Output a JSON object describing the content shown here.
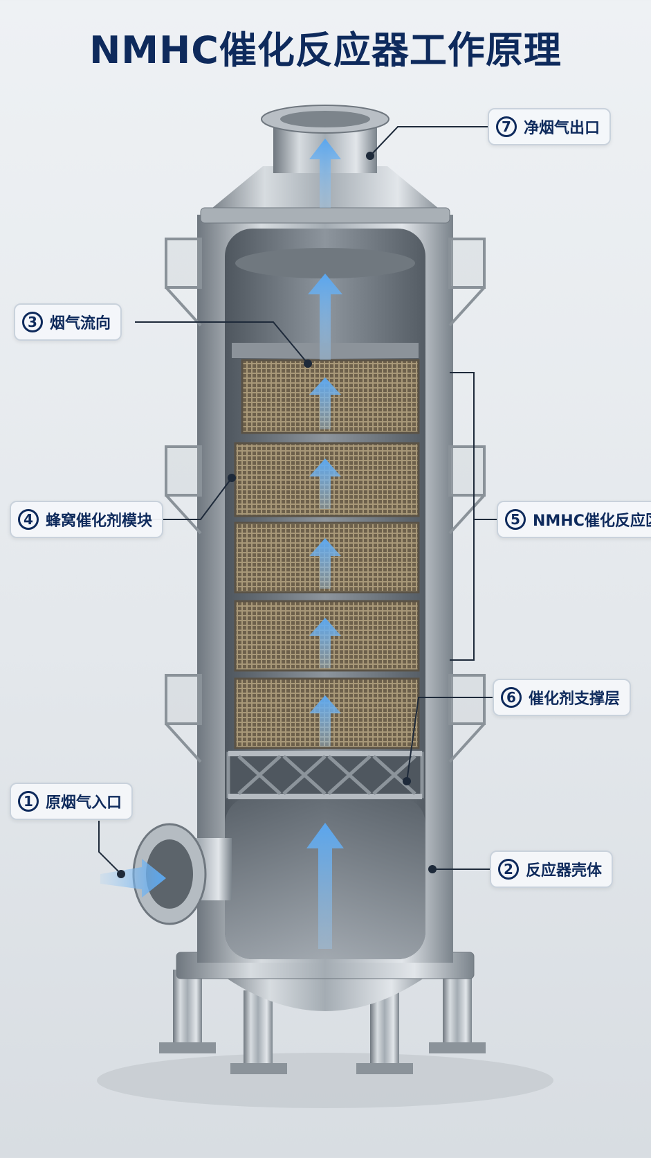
{
  "title": "NMHC催化反应器工作原理",
  "callouts": {
    "c1": {
      "num": "1",
      "label": "原烟气入口"
    },
    "c2": {
      "num": "2",
      "label": "反应器壳体"
    },
    "c3": {
      "num": "3",
      "label": "烟气流向"
    },
    "c4": {
      "num": "4",
      "label": "蜂窝催化剂模块"
    },
    "c5": {
      "num": "5",
      "label": "NMHC催化反应区"
    },
    "c6": {
      "num": "6",
      "label": "催化剂支撑层"
    },
    "c7": {
      "num": "7",
      "label": "净烟气出口"
    }
  },
  "colors": {
    "title": "#0e2a5c",
    "arrow": "#6fb4ee",
    "steel": "#9aa3ab",
    "catalyst": "#9a8a70"
  },
  "catalyst_module_count": 5
}
